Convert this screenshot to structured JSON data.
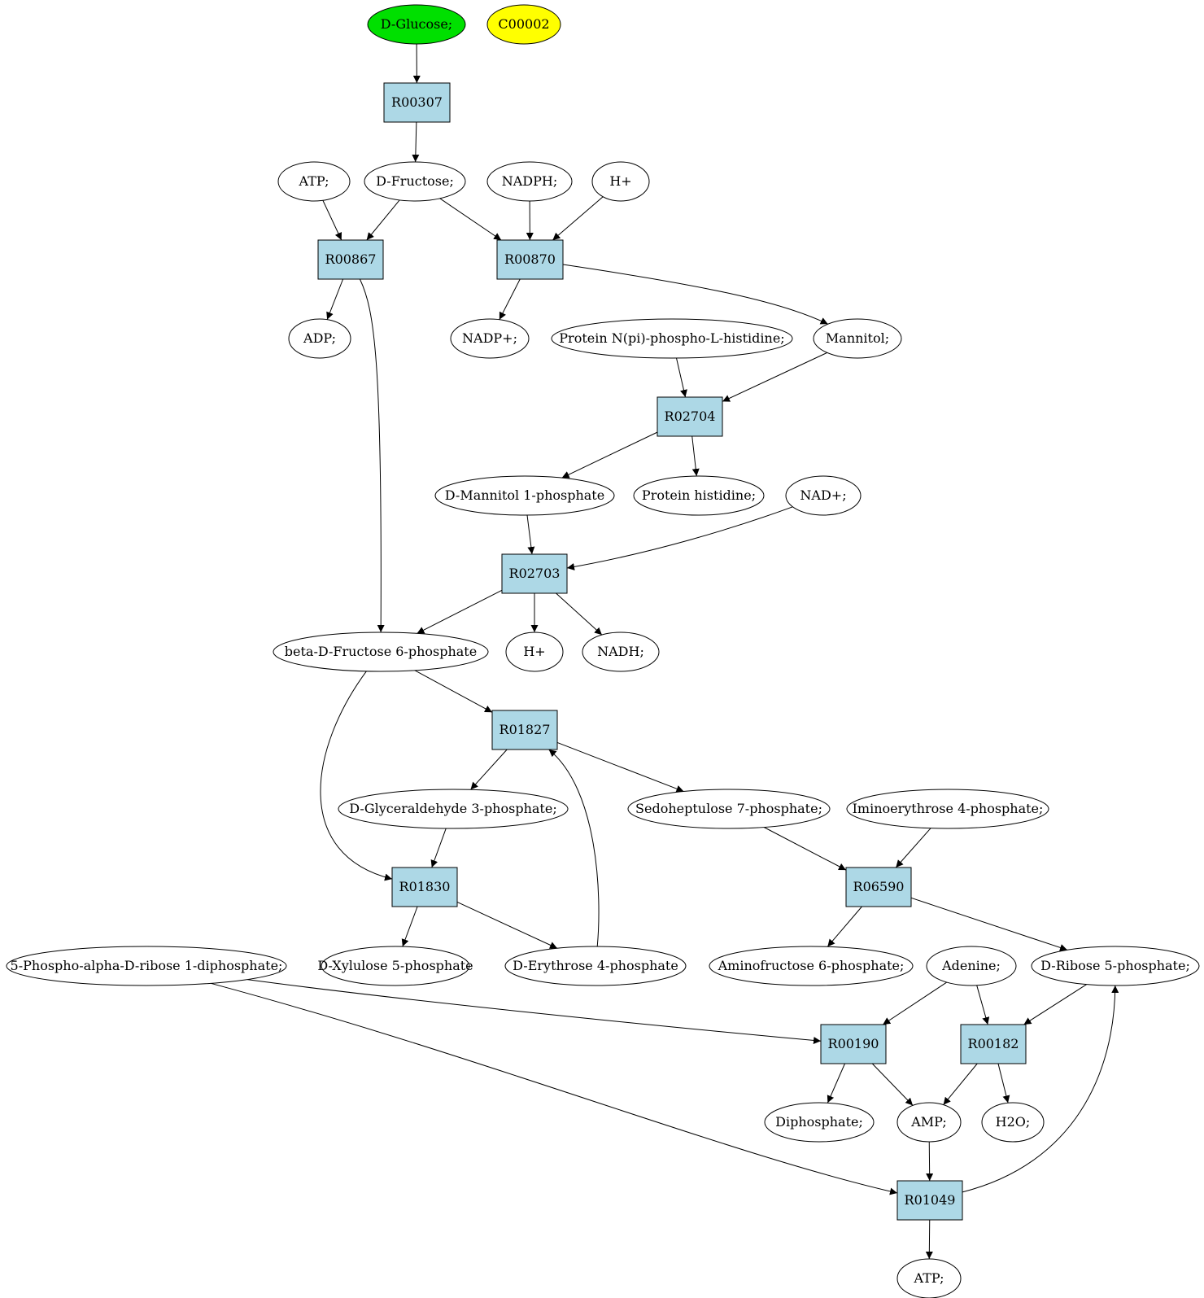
{
  "colors": {
    "start_compound": "#00e000",
    "highlight_compound": "#ffff00",
    "compound": "#ffffff",
    "reaction": "#add8e6",
    "stroke": "#000000"
  },
  "nodes": [
    {
      "id": "glucose",
      "label": "D-Glucose;",
      "kind": "compound",
      "fill": "start_compound"
    },
    {
      "id": "c00002",
      "label": "C00002",
      "kind": "compound",
      "fill": "highlight_compound"
    },
    {
      "id": "r00307",
      "label": "R00307",
      "kind": "reaction"
    },
    {
      "id": "atp1",
      "label": "ATP;",
      "kind": "compound"
    },
    {
      "id": "fructose",
      "label": "D-Fructose;",
      "kind": "compound"
    },
    {
      "id": "nadph",
      "label": "NADPH;",
      "kind": "compound"
    },
    {
      "id": "hplus1",
      "label": "H+",
      "kind": "compound"
    },
    {
      "id": "r00867",
      "label": "R00867",
      "kind": "reaction"
    },
    {
      "id": "r00870",
      "label": "R00870",
      "kind": "reaction"
    },
    {
      "id": "adp",
      "label": "ADP;",
      "kind": "compound"
    },
    {
      "id": "nadpplus",
      "label": "NADP+;",
      "kind": "compound"
    },
    {
      "id": "protnphos",
      "label": "Protein N(pi)-phospho-L-histidine;",
      "kind": "compound"
    },
    {
      "id": "mannitol",
      "label": "Mannitol;",
      "kind": "compound"
    },
    {
      "id": "r02704",
      "label": "R02704",
      "kind": "reaction"
    },
    {
      "id": "mannitol1p",
      "label": "D-Mannitol 1-phosphate",
      "kind": "compound"
    },
    {
      "id": "prothis",
      "label": "Protein histidine;",
      "kind": "compound"
    },
    {
      "id": "nadplus",
      "label": "NAD+;",
      "kind": "compound"
    },
    {
      "id": "r02703",
      "label": "R02703",
      "kind": "reaction"
    },
    {
      "id": "bfructose6p",
      "label": "beta-D-Fructose 6-phosphate",
      "kind": "compound"
    },
    {
      "id": "hplus2",
      "label": "H+",
      "kind": "compound"
    },
    {
      "id": "nadh",
      "label": "NADH;",
      "kind": "compound"
    },
    {
      "id": "r01827",
      "label": "R01827",
      "kind": "reaction"
    },
    {
      "id": "gly3p",
      "label": "D-Glyceraldehyde 3-phosphate;",
      "kind": "compound"
    },
    {
      "id": "sedo7p",
      "label": "Sedoheptulose 7-phosphate;",
      "kind": "compound"
    },
    {
      "id": "imino4p",
      "label": "Iminoerythrose 4-phosphate;",
      "kind": "compound"
    },
    {
      "id": "r01830",
      "label": "R01830",
      "kind": "reaction"
    },
    {
      "id": "r06590",
      "label": "R06590",
      "kind": "reaction"
    },
    {
      "id": "prpp",
      "label": "5-Phospho-alpha-D-ribose 1-diphosphate;",
      "kind": "compound"
    },
    {
      "id": "xylu5p",
      "label": "D-Xylulose 5-phosphate",
      "kind": "compound"
    },
    {
      "id": "ery4p",
      "label": "D-Erythrose 4-phosphate",
      "kind": "compound"
    },
    {
      "id": "aminofru6p",
      "label": "Aminofructose 6-phosphate;",
      "kind": "compound"
    },
    {
      "id": "adenine",
      "label": "Adenine;",
      "kind": "compound"
    },
    {
      "id": "ribose5p",
      "label": "D-Ribose 5-phosphate;",
      "kind": "compound"
    },
    {
      "id": "r00190",
      "label": "R00190",
      "kind": "reaction"
    },
    {
      "id": "r00182",
      "label": "R00182",
      "kind": "reaction"
    },
    {
      "id": "diphosphate",
      "label": "Diphosphate;",
      "kind": "compound"
    },
    {
      "id": "amp",
      "label": "AMP;",
      "kind": "compound"
    },
    {
      "id": "h2o",
      "label": "H2O;",
      "kind": "compound"
    },
    {
      "id": "r01049",
      "label": "R01049",
      "kind": "reaction"
    },
    {
      "id": "atp2",
      "label": "ATP;",
      "kind": "compound"
    }
  ],
  "edges": [
    {
      "from": "glucose",
      "to": "r00307"
    },
    {
      "from": "r00307",
      "to": "fructose"
    },
    {
      "from": "atp1",
      "to": "r00867"
    },
    {
      "from": "fructose",
      "to": "r00867"
    },
    {
      "from": "fructose",
      "to": "r00870"
    },
    {
      "from": "nadph",
      "to": "r00870"
    },
    {
      "from": "hplus1",
      "to": "r00870"
    },
    {
      "from": "r00867",
      "to": "adp"
    },
    {
      "from": "r00867",
      "to": "bfructose6p"
    },
    {
      "from": "r00870",
      "to": "nadpplus"
    },
    {
      "from": "r00870",
      "to": "mannitol"
    },
    {
      "from": "protnphos",
      "to": "r02704"
    },
    {
      "from": "mannitol",
      "to": "r02704"
    },
    {
      "from": "r02704",
      "to": "mannitol1p"
    },
    {
      "from": "r02704",
      "to": "prothis"
    },
    {
      "from": "mannitol1p",
      "to": "r02703"
    },
    {
      "from": "nadplus",
      "to": "r02703"
    },
    {
      "from": "r02703",
      "to": "bfructose6p"
    },
    {
      "from": "r02703",
      "to": "hplus2"
    },
    {
      "from": "r02703",
      "to": "nadh"
    },
    {
      "from": "bfructose6p",
      "to": "r01827"
    },
    {
      "from": "bfructose6p",
      "to": "r01830"
    },
    {
      "from": "r01827",
      "to": "gly3p"
    },
    {
      "from": "r01827",
      "to": "sedo7p"
    },
    {
      "from": "ery4p",
      "to": "r01827"
    },
    {
      "from": "gly3p",
      "to": "r01830"
    },
    {
      "from": "r01830",
      "to": "xylu5p"
    },
    {
      "from": "r01830",
      "to": "ery4p"
    },
    {
      "from": "sedo7p",
      "to": "r06590"
    },
    {
      "from": "imino4p",
      "to": "r06590"
    },
    {
      "from": "r06590",
      "to": "aminofru6p"
    },
    {
      "from": "r06590",
      "to": "ribose5p"
    },
    {
      "from": "prpp",
      "to": "r00190"
    },
    {
      "from": "adenine",
      "to": "r00190"
    },
    {
      "from": "adenine",
      "to": "r00182"
    },
    {
      "from": "ribose5p",
      "to": "r00182"
    },
    {
      "from": "r00190",
      "to": "diphosphate"
    },
    {
      "from": "r00190",
      "to": "amp"
    },
    {
      "from": "r00182",
      "to": "amp"
    },
    {
      "from": "r00182",
      "to": "h2o"
    },
    {
      "from": "prpp",
      "to": "r01049"
    },
    {
      "from": "amp",
      "to": "r01049"
    },
    {
      "from": "r01049",
      "to": "ribose5p"
    },
    {
      "from": "r01049",
      "to": "atp2"
    }
  ]
}
